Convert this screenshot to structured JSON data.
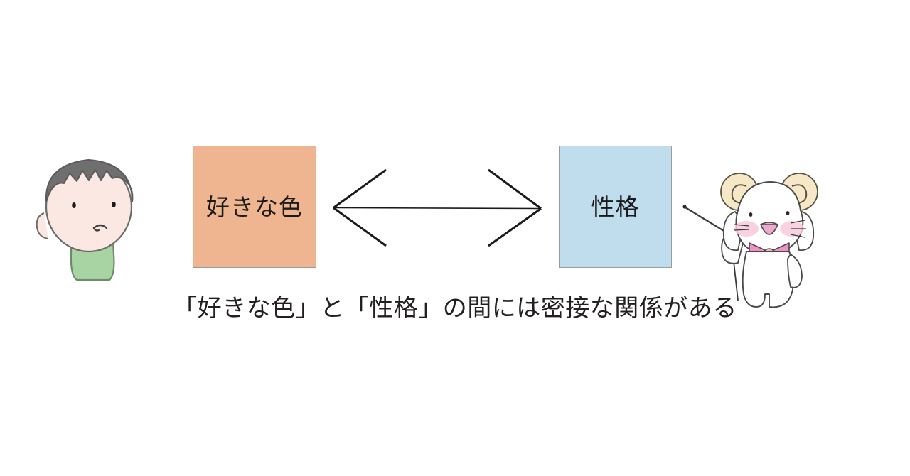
{
  "diagram": {
    "type": "concept-relationship",
    "left_box": {
      "label": "好きな色",
      "fill_color": "#eeb590",
      "border_color": "#9b9b9b",
      "text_color": "#1a1a1a"
    },
    "right_box": {
      "label": "性格",
      "fill_color": "#bfdded",
      "border_color": "#9b9b9b",
      "text_color": "#1a1a1a"
    },
    "connector": {
      "name": "double-headed-arrow",
      "direction": "bidirectional",
      "stroke_color": "#1a1a1a"
    },
    "caption": "「好きな色」と「性格」の間には密接な関係がある",
    "caption_color": "#231f20"
  },
  "illustrations": {
    "boy": {
      "name": "puzzled-boy-character",
      "hair_color": "#6f6f6f",
      "skin_color": "#fbe8e2",
      "shirt_color": "#a8d4a4",
      "outline_color": "#5b5b5b",
      "expression": "puzzled"
    },
    "sheep": {
      "name": "sheep-teacher-mascot",
      "body_color": "#ffffff",
      "horn_color": "#f6e7c6",
      "bow_color": "#f292c4",
      "cheek_color": "#f9c9dc",
      "outline_color": "#4a4a4a",
      "prop": "pointer-stick"
    }
  }
}
